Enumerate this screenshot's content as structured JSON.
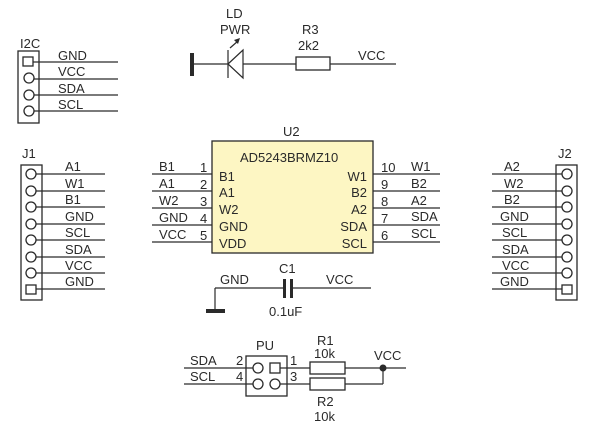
{
  "i2c": {
    "ref": "I2C",
    "pins": [
      "GND",
      "VCC",
      "SDA",
      "SCL"
    ]
  },
  "led": {
    "ref": "LD",
    "value": "PWR"
  },
  "r3": {
    "ref": "R3",
    "value": "2k2",
    "net": "VCC"
  },
  "u2": {
    "ref": "U2",
    "part": "AD5243BRMZ10",
    "left_pins": [
      {
        "num": "1",
        "name": "B1",
        "net": "B1"
      },
      {
        "num": "2",
        "name": "A1",
        "net": "A1"
      },
      {
        "num": "3",
        "name": "W2",
        "net": "W2"
      },
      {
        "num": "4",
        "name": "GND",
        "net": "GND"
      },
      {
        "num": "5",
        "name": "VDD",
        "net": "VCC"
      }
    ],
    "right_pins": [
      {
        "num": "10",
        "name": "W1",
        "net": "W1"
      },
      {
        "num": "9",
        "name": "B2",
        "net": "B2"
      },
      {
        "num": "8",
        "name": "A2",
        "net": "A2"
      },
      {
        "num": "7",
        "name": "SDA",
        "net": "SDA"
      },
      {
        "num": "6",
        "name": "SCL",
        "net": "SCL"
      }
    ]
  },
  "j1": {
    "ref": "J1",
    "pins": [
      "A1",
      "W1",
      "B1",
      "GND",
      "SCL",
      "SDA",
      "VCC",
      "GND"
    ]
  },
  "j2": {
    "ref": "J2",
    "pins": [
      "A2",
      "W2",
      "B2",
      "GND",
      "SCL",
      "SDA",
      "VCC",
      "GND"
    ]
  },
  "c1": {
    "ref": "C1",
    "value": "0.1uF",
    "net_left": "GND",
    "net_right": "VCC"
  },
  "pu": {
    "ref": "PU",
    "pin_nums": [
      "2",
      "4",
      "1",
      "3"
    ],
    "net_sda": "SDA",
    "net_scl": "SCL"
  },
  "r1": {
    "ref": "R1",
    "value": "10k"
  },
  "r2": {
    "ref": "R2",
    "value": "10k"
  },
  "pullup_net": "VCC"
}
